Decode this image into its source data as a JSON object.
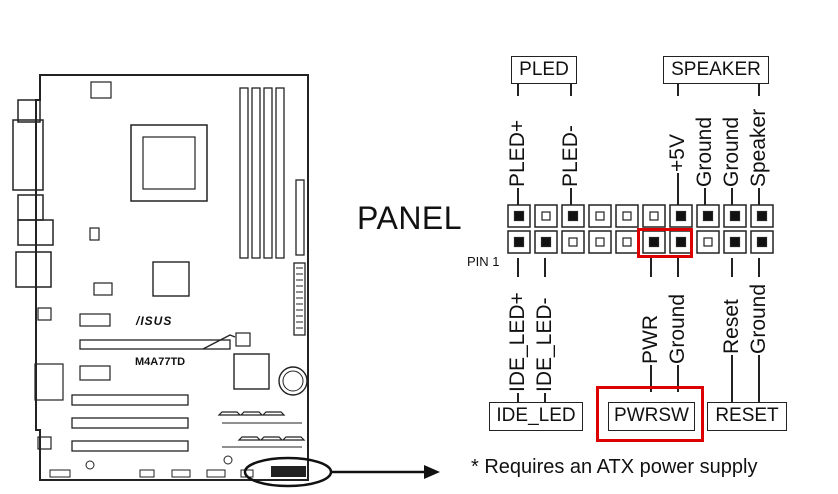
{
  "panel_title": "PANEL",
  "pin1_label": "PIN 1",
  "top_boxes": {
    "pled": "PLED",
    "speaker": "SPEAKER"
  },
  "top_pins": [
    "PLED+",
    "PLED-",
    "+5V",
    "Ground",
    "Ground",
    "Speaker"
  ],
  "bottom_pins": [
    "IDE_LED+",
    "IDE_LED-",
    "PWR",
    "Ground",
    "Reset",
    "Ground"
  ],
  "bottom_boxes": {
    "ide_led": "IDE_LED",
    "pwrsw": "PWRSW",
    "reset": "RESET"
  },
  "board": {
    "brand": "/ISUS",
    "model": "M4A77TD"
  },
  "note": "* Requires an ATX power supply",
  "highlight_color": "#dd0000"
}
